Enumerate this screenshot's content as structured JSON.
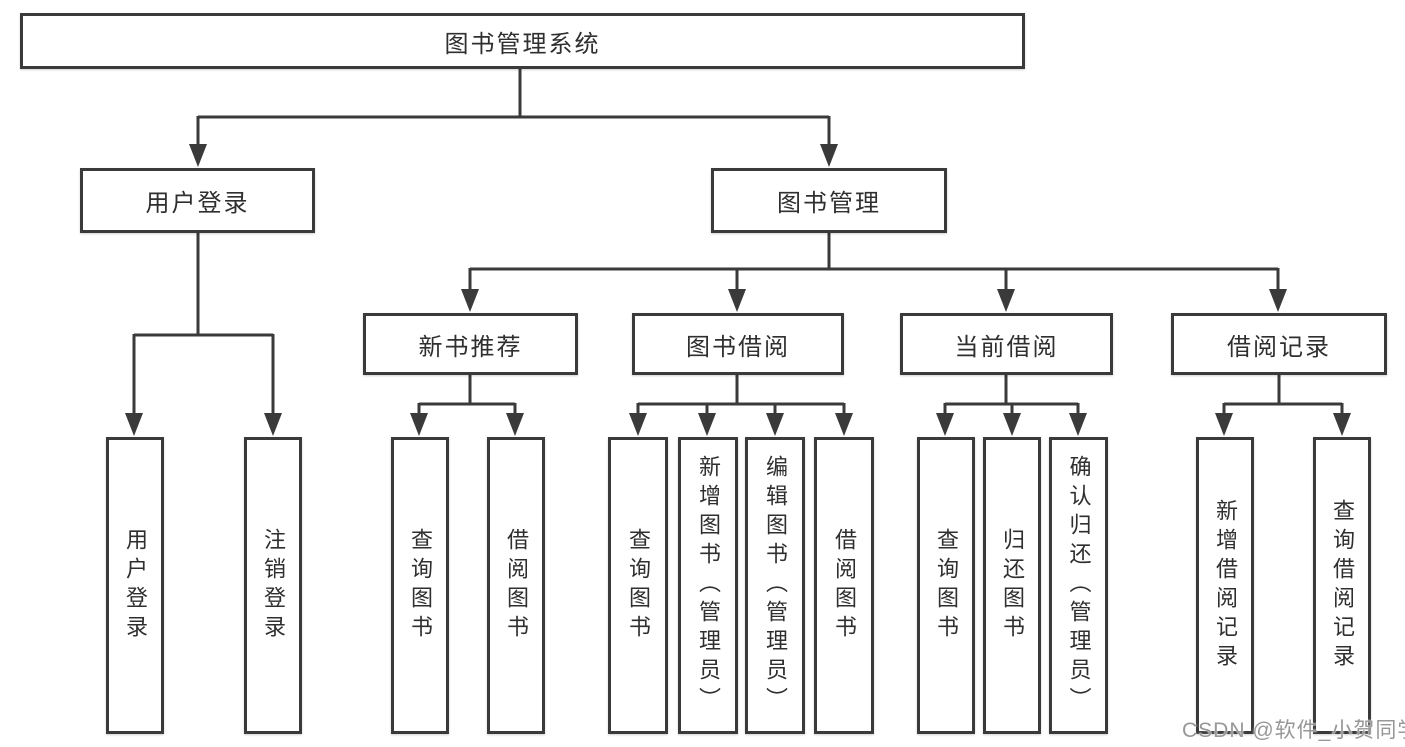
{
  "tree": {
    "label": "图书管理系统",
    "children": [
      {
        "label": "用户登录",
        "children": [
          {
            "label": "用户登录"
          },
          {
            "label": "注销登录"
          }
        ]
      },
      {
        "label": "图书管理",
        "children": [
          {
            "label": "新书推荐",
            "children": [
              {
                "label": "查询图书"
              },
              {
                "label": "借阅图书"
              }
            ]
          },
          {
            "label": "图书借阅",
            "children": [
              {
                "label": "查询图书"
              },
              {
                "label": "新增图书（管理员）"
              },
              {
                "label": "编辑图书（管理员）"
              },
              {
                "label": "借阅图书"
              }
            ]
          },
          {
            "label": "当前借阅",
            "children": [
              {
                "label": "查询图书"
              },
              {
                "label": "归还图书"
              },
              {
                "label": "确认归还（管理员）"
              }
            ]
          },
          {
            "label": "借阅记录",
            "children": [
              {
                "label": "新增借阅记录"
              },
              {
                "label": "查询借阅记录"
              }
            ]
          }
        ]
      }
    ]
  },
  "watermark": "CSDN @软件_小贺同学",
  "colors": {
    "line": "#3a3a3a",
    "text": "#2f2f2f",
    "box_background": "#ffffff",
    "watermark": "#979797",
    "background": "#ffffff"
  }
}
